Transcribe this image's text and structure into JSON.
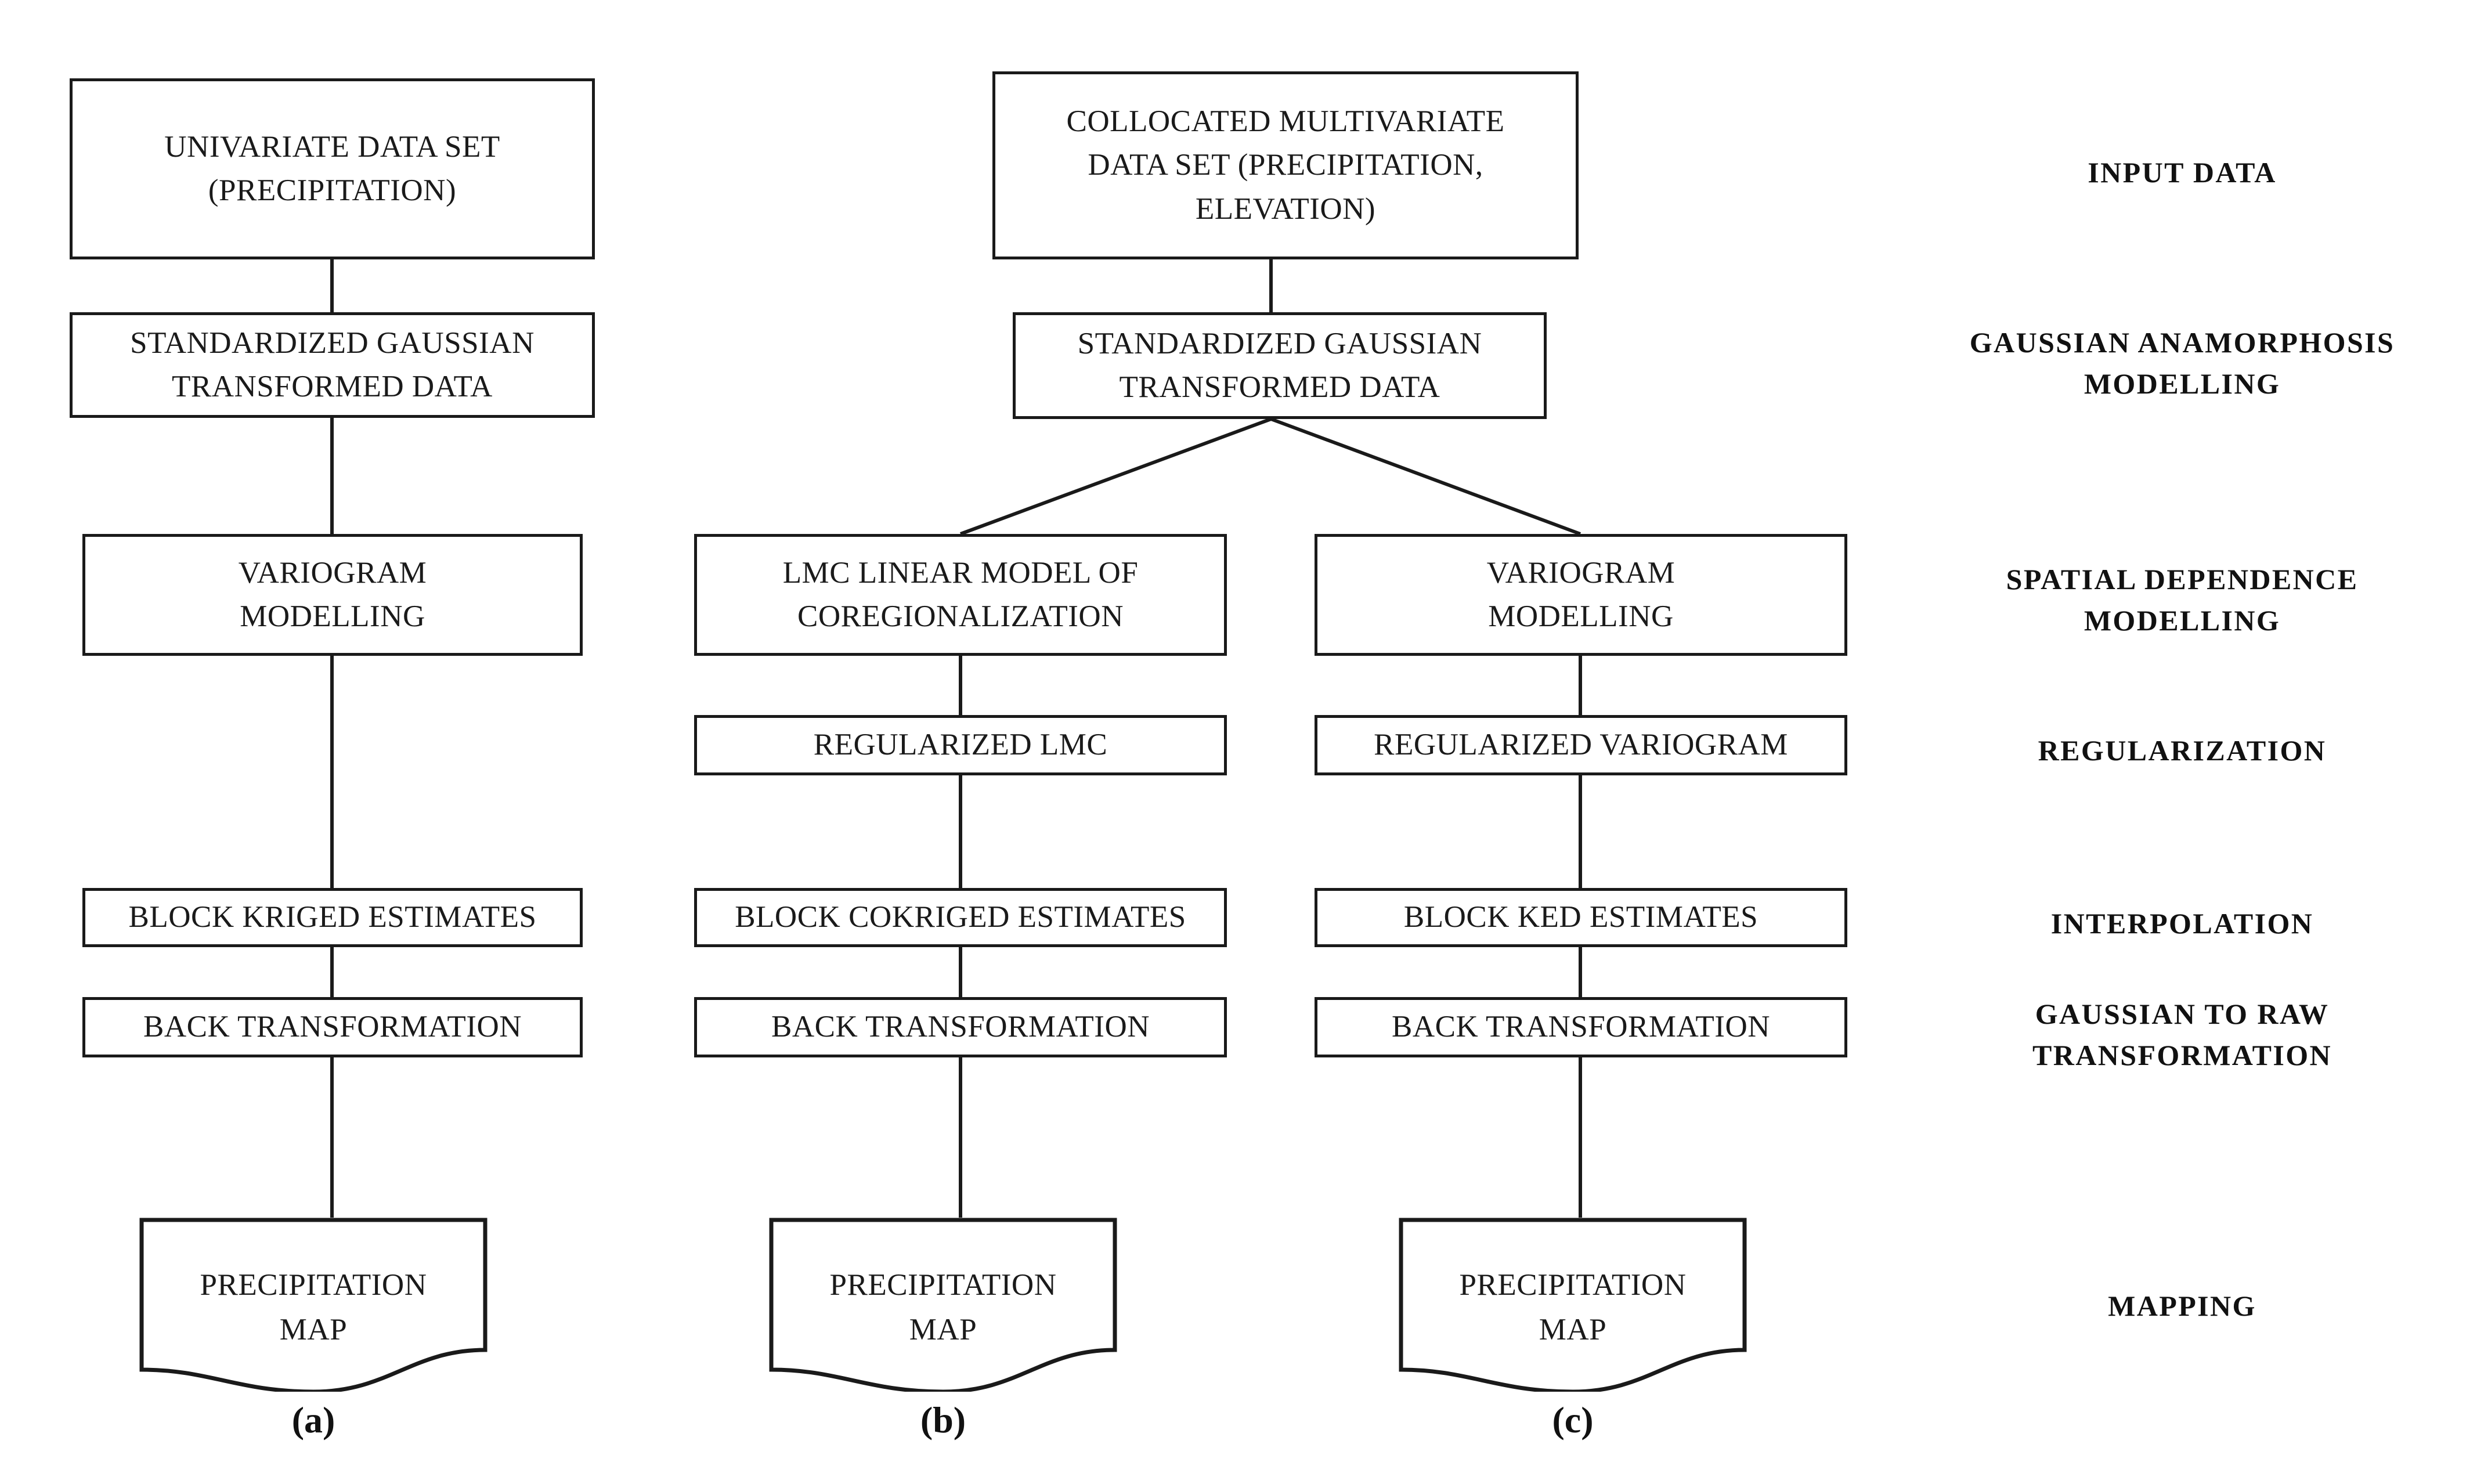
{
  "diagram": {
    "title_present": false,
    "background_color": "#ffffff",
    "line_color": "#1a1a1a",
    "text_color": "#1a1a1a"
  },
  "columns": [
    {
      "id": "a",
      "caption": "(a)",
      "nodes": [
        {
          "id": "a1",
          "label": "UNIVARIATE DATA SET\n(PRECIPITATION)",
          "shape": "rect"
        },
        {
          "id": "a2",
          "label": "STANDARDIZED GAUSSIAN\nTRANSFORMED DATA",
          "shape": "rect"
        },
        {
          "id": "a3",
          "label": "VARIOGRAM\nMODELLING",
          "shape": "rect"
        },
        {
          "id": "a4",
          "label": "BLOCK KRIGED ESTIMATES",
          "shape": "rect"
        },
        {
          "id": "a5",
          "label": "BACK TRANSFORMATION",
          "shape": "rect"
        },
        {
          "id": "a6",
          "label": "PRECIPITATION\nMAP",
          "shape": "document"
        }
      ]
    },
    {
      "id": "b",
      "caption": "(b)",
      "nodes": [
        {
          "id": "b1",
          "label": "COLLOCATED MULTIVARIATE\nDATA SET (PRECIPITATION,\nELEVATION)",
          "shape": "rect"
        },
        {
          "id": "b2",
          "label": "STANDARDIZED GAUSSIAN\nTRANSFORMED DATA",
          "shape": "rect"
        },
        {
          "id": "b3",
          "label": "LMC LINEAR MODEL OF\nCOREGIONALIZATION",
          "shape": "rect"
        },
        {
          "id": "b4",
          "label": "REGULARIZED LMC",
          "shape": "rect"
        },
        {
          "id": "b5",
          "label": "BLOCK COKRIGED ESTIMATES",
          "shape": "rect"
        },
        {
          "id": "b6",
          "label": "BACK TRANSFORMATION",
          "shape": "rect"
        },
        {
          "id": "b7",
          "label": "PRECIPITATION\nMAP",
          "shape": "document"
        }
      ]
    },
    {
      "id": "c",
      "caption": "(c)",
      "nodes": [
        {
          "id": "c3",
          "label": "VARIOGRAM\nMODELLING",
          "shape": "rect"
        },
        {
          "id": "c4",
          "label": "REGULARIZED VARIOGRAM",
          "shape": "rect"
        },
        {
          "id": "c5",
          "label": "BLOCK KED ESTIMATES",
          "shape": "rect"
        },
        {
          "id": "c6",
          "label": "BACK TRANSFORMATION",
          "shape": "rect"
        },
        {
          "id": "c7",
          "label": "PRECIPITATION\nMAP",
          "shape": "document"
        }
      ]
    }
  ],
  "stage_labels": [
    {
      "id": "s1",
      "label": "INPUT DATA"
    },
    {
      "id": "s2",
      "label": "GAUSSIAN ANAMORPHOSIS\nMODELLING"
    },
    {
      "id": "s3",
      "label": "SPATIAL DEPENDENCE\nMODELLING"
    },
    {
      "id": "s4",
      "label": "REGULARIZATION"
    },
    {
      "id": "s5",
      "label": "INTERPOLATION"
    },
    {
      "id": "s6",
      "label": "GAUSSIAN TO RAW\nTRANSFORMATION"
    },
    {
      "id": "s7",
      "label": "MAPPING"
    }
  ]
}
